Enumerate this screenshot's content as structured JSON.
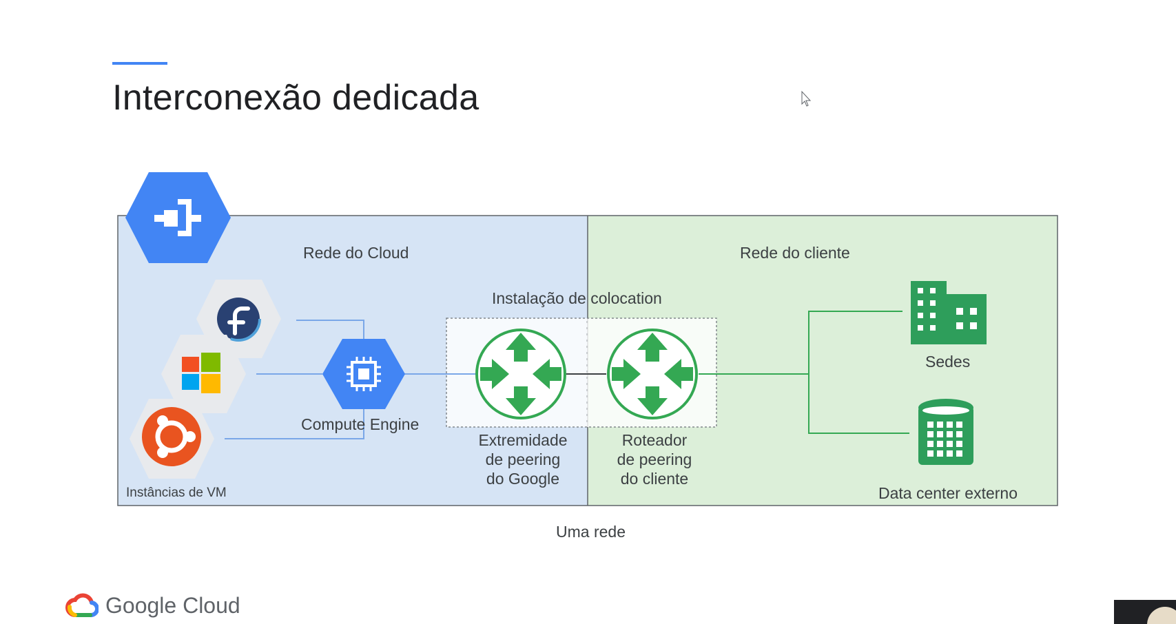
{
  "slide": {
    "title": "Interconexão dedicada",
    "accent_color": "#4285f4"
  },
  "diagram": {
    "cloud_network_label": "Rede do Cloud",
    "customer_network_label": "Rede do cliente",
    "colocation_label": "Instalação de colocation",
    "compute_engine_label": "Compute Engine",
    "vm_instances_label": "Instâncias de VM",
    "google_peering_label": [
      "Extremidade",
      "de peering",
      "do Google"
    ],
    "customer_router_label": [
      "Roteador",
      "de peering",
      "do cliente"
    ],
    "headquarters_label": "Sedes",
    "external_dc_label": "Data center externo",
    "footer_label": "Uma rede",
    "colors": {
      "cloud_region": "#d6e4f5",
      "customer_region": "#dcefd9",
      "google_blue": "#4285f4",
      "router_green": "#34a853",
      "building_green": "#2e9e5b"
    },
    "icons": [
      "interconnect-icon",
      "fedora-icon",
      "windows-icon",
      "ubuntu-icon",
      "compute-engine-icon",
      "router-icon",
      "building-icon",
      "database-icon"
    ]
  },
  "footer": {
    "brand": "Google Cloud"
  }
}
